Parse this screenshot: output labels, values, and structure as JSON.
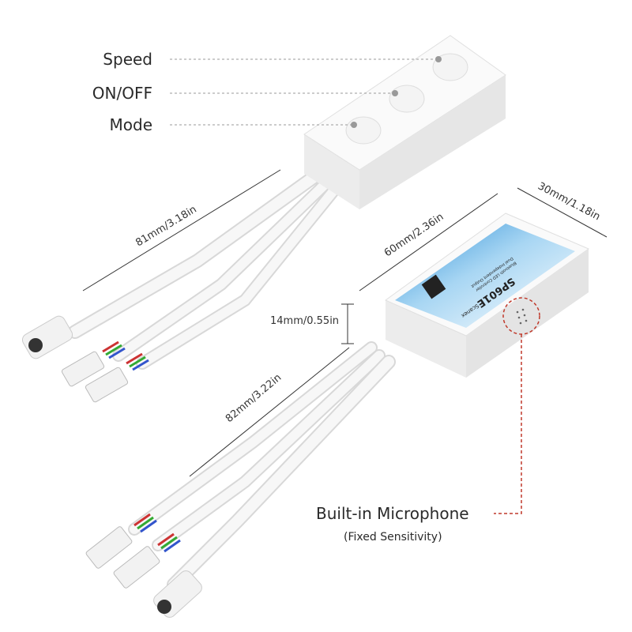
{
  "callouts": {
    "speed": "Speed",
    "on_off": "ON/OFF",
    "mode": "Mode"
  },
  "dimensions": {
    "remote_cable": "81mm/3.18in",
    "controller_length": "60mm/2.36in",
    "controller_width": "30mm/1.18in",
    "controller_height": "14mm/0.55in",
    "controller_cable": "82mm/3.22in"
  },
  "microphone": {
    "title": "Built-in Microphone",
    "subtitle": "(Fixed Sensitivity)"
  },
  "device_label": {
    "model": "SP601E",
    "line1": "Bluetooth LED Controller",
    "line2": "Dual Independent Output",
    "brand": "Scanex"
  },
  "colors": {
    "mic_callout": "#c0392b",
    "label_blue": "#3a9ad9"
  }
}
